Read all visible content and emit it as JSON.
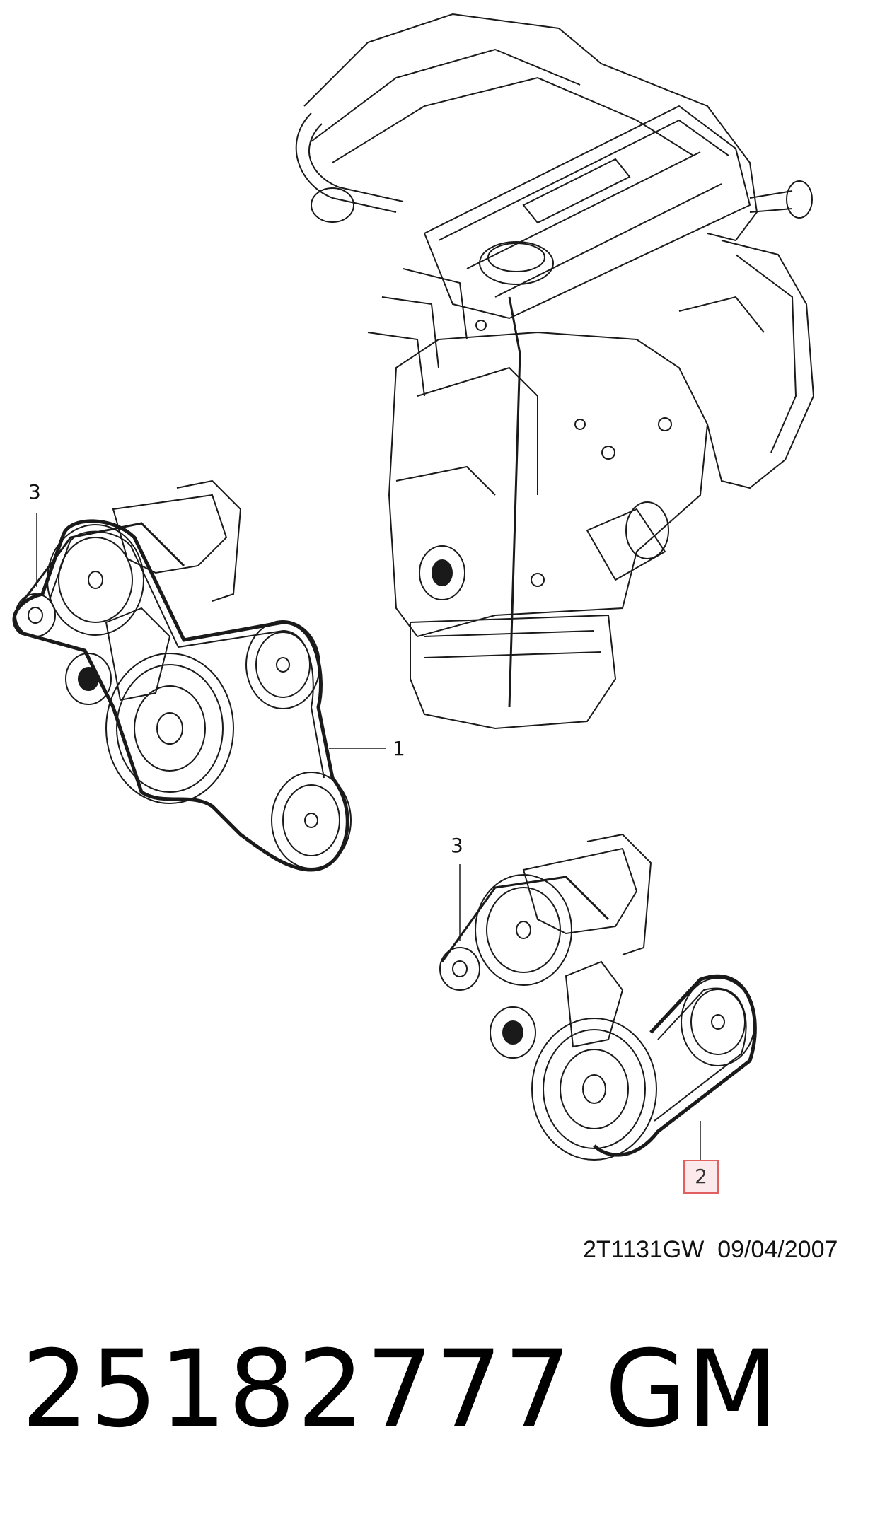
{
  "callouts": {
    "belt_drive_upper_idler": "3",
    "belt_drive_upper_belt": "1",
    "belt_drive_lower_idler": "3",
    "belt_drive_lower_belt": "2"
  },
  "reference_code": "2T1131GW  09/04/2007",
  "part_number": "25182777",
  "manufacturer": "GM"
}
